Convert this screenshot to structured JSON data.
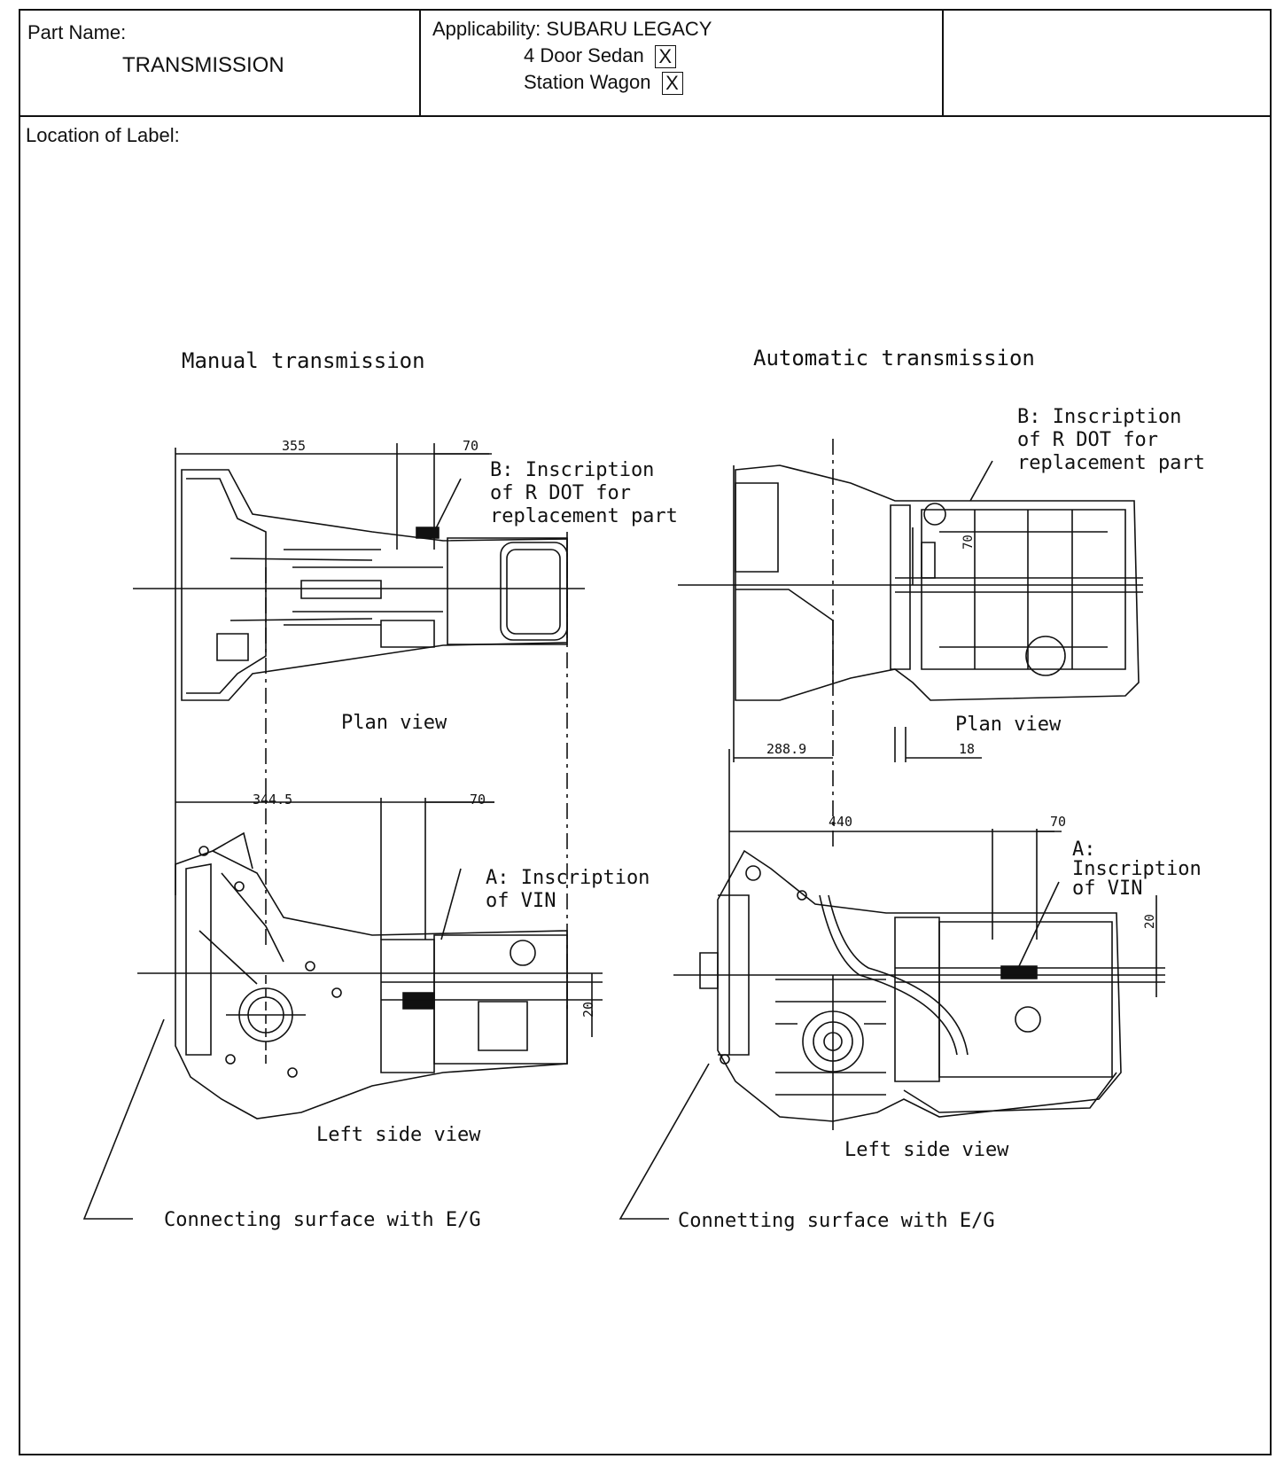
{
  "header": {
    "part_name_label": "Part Name:",
    "part_name_value": "TRANSMISSION",
    "applicability_label": "Applicability: SUBARU LEGACY",
    "sedan_label": "4 Door Sedan",
    "sedan_check": "X",
    "wagon_label": "Station Wagon",
    "wagon_check": "X"
  },
  "location_label": "Location of Label:",
  "manual": {
    "title": "Manual transmission",
    "plan_view": "Plan view",
    "side_view": "Left side view",
    "dim_plan_main": "355",
    "dim_plan_offset": "70",
    "dim_side_main": "344.5",
    "dim_side_offset": "70",
    "dim_side_vert": "20",
    "label_b_line1": "B: Inscription",
    "label_b_line2": "of   R DOT for",
    "label_b_line3": "replacement part",
    "label_a_line1": "A: Inscription",
    "label_a_line2": "of VIN",
    "connecting": "Connecting surface with E/G"
  },
  "automatic": {
    "title": "Automatic transmission",
    "plan_view": "Plan view",
    "side_view": "Left side view",
    "dim_plan_main": "288.9",
    "dim_plan_offset": "18",
    "dim_plan_vert": "70",
    "dim_side_main": "440",
    "dim_side_offset": "70",
    "dim_side_vert": "20",
    "label_b_line1": "B: Inscription",
    "label_b_line2": "of   R DOT for",
    "label_b_line3": "replacement part",
    "label_a_line1": "A:",
    "label_a_line2": "Inscription",
    "label_a_line3": "of VIN",
    "connecting": "Connetting surface with E/G"
  }
}
